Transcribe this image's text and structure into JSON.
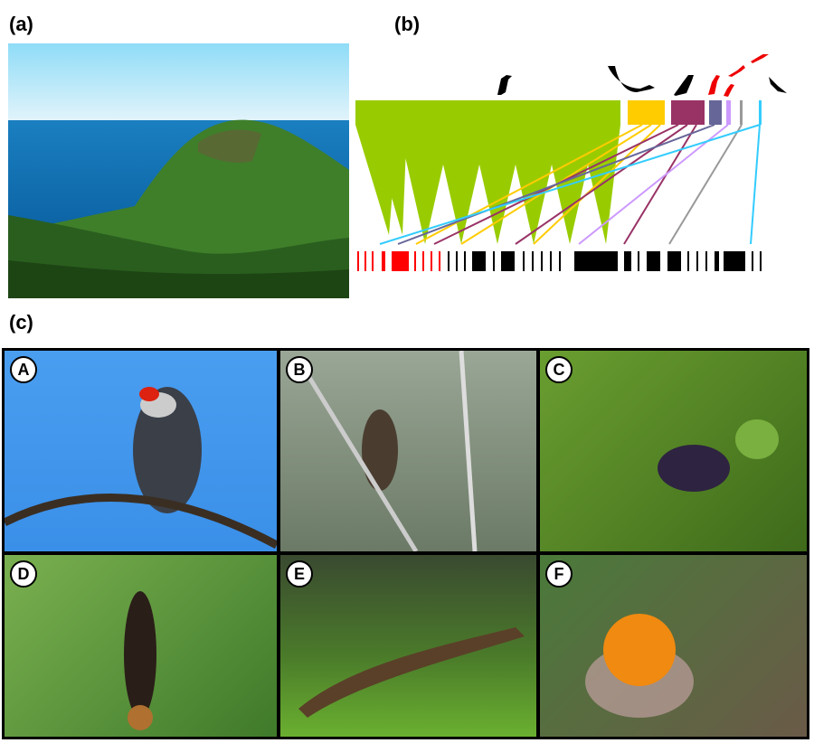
{
  "labels": {
    "a": "(a)",
    "b": "(b)",
    "c": "(c)"
  },
  "panel_a": {
    "description": "Tropical island landscape: forested mountain peak above ocean"
  },
  "panel_b": {
    "description": "Bipartite seed-dispersal network",
    "colors": {
      "green": "#99cc00",
      "yellow": "#ffcc00",
      "maroon": "#993366",
      "slate": "#666699",
      "lavender": "#cc99ff",
      "grey": "#999999",
      "skyblue": "#33ccff",
      "red": "#ff0000",
      "black": "#000000"
    },
    "animals": [
      "bird-black-1",
      "lizard",
      "bird-black-2",
      "bird-red-1",
      "bird-red-2",
      "bird-red-3",
      "bird-red-4",
      "bat"
    ]
  },
  "panel_c": {
    "photos": [
      {
        "badge": "A",
        "subject": "pigeon on branch against blue sky"
      },
      {
        "badge": "B",
        "subject": "crested bulbul on twig"
      },
      {
        "badge": "C",
        "subject": "purple and green fruits"
      },
      {
        "badge": "D",
        "subject": "fruit bat hanging in foliage"
      },
      {
        "badge": "E",
        "subject": "skink on leaf"
      },
      {
        "badge": "F",
        "subject": "orange fruit"
      }
    ]
  }
}
